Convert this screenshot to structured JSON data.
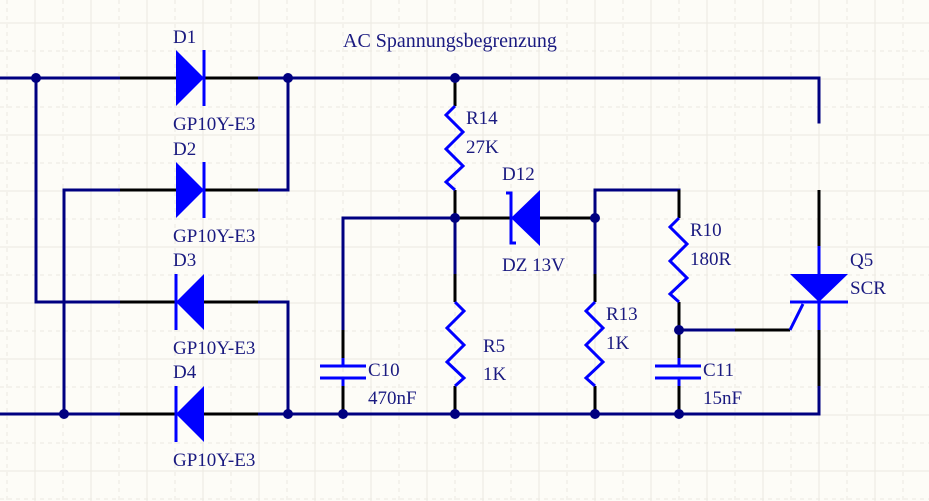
{
  "title": "AC Spannungsbegrenzung",
  "colors": {
    "background": "#fdfcf7",
    "wire": "#000080",
    "component": "#0000ff",
    "pin": "#000000",
    "text": "#1a1a80",
    "grid": "#ebe9e2"
  },
  "components": {
    "D1": {
      "designator": "D1",
      "value": "GP10Y-E3",
      "type": "diode"
    },
    "D2": {
      "designator": "D2",
      "value": "GP10Y-E3",
      "type": "diode"
    },
    "D3": {
      "designator": "D3",
      "value": "GP10Y-E3",
      "type": "diode"
    },
    "D4": {
      "designator": "D4",
      "value": "GP10Y-E3",
      "type": "diode"
    },
    "R14": {
      "designator": "R14",
      "value": "27K",
      "type": "resistor"
    },
    "D12": {
      "designator": "D12",
      "value": "DZ 13V",
      "type": "zener-diode"
    },
    "R10": {
      "designator": "R10",
      "value": "180R",
      "type": "resistor"
    },
    "Q5": {
      "designator": "Q5",
      "value": "SCR",
      "type": "thyristor"
    },
    "C10": {
      "designator": "C10",
      "value": "470nF",
      "type": "capacitor"
    },
    "R5": {
      "designator": "R5",
      "value": "1K",
      "type": "resistor"
    },
    "R13": {
      "designator": "R13",
      "value": "1K",
      "type": "resistor"
    },
    "C11": {
      "designator": "C11",
      "value": "15nF",
      "type": "capacitor"
    }
  }
}
